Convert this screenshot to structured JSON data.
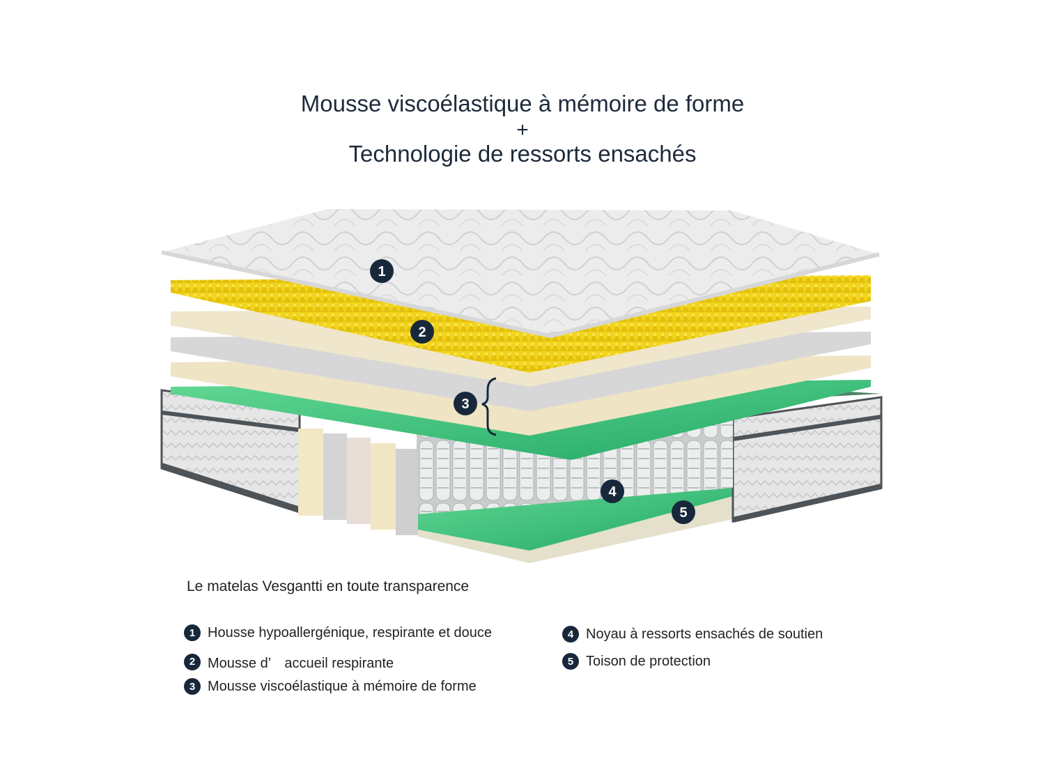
{
  "header": {
    "line1": "Mousse viscoélastique à mémoire de forme",
    "line2": "+",
    "line3": "Technologie de ressorts ensachés"
  },
  "diagram": {
    "badges": [
      "1",
      "2",
      "3",
      "4",
      "5"
    ]
  },
  "legend": {
    "title": "Le matelas Vesgantti en toute transparence",
    "items": [
      {
        "num": "1",
        "label": "Housse hypoallergénique, respirante et douce"
      },
      {
        "num": "2",
        "label": "Mousse d’　accueil respirante"
      },
      {
        "num": "3",
        "label": "Mousse viscoélastique à mémoire de forme"
      },
      {
        "num": "4",
        "label": "Noyau à ressorts ensachés de soutien"
      },
      {
        "num": "5",
        "label": "Toison de protection"
      }
    ]
  },
  "colors": {
    "badge": "#17283b",
    "cover": "#e9e9e9",
    "foam_yellow": "#f2d41c",
    "foam_cream": "#efe6cc",
    "foam_grey": "#d8d8d8",
    "foam_green": "#3ec47a",
    "spring": "#d9dcdc",
    "border_dark": "#555a5e"
  }
}
